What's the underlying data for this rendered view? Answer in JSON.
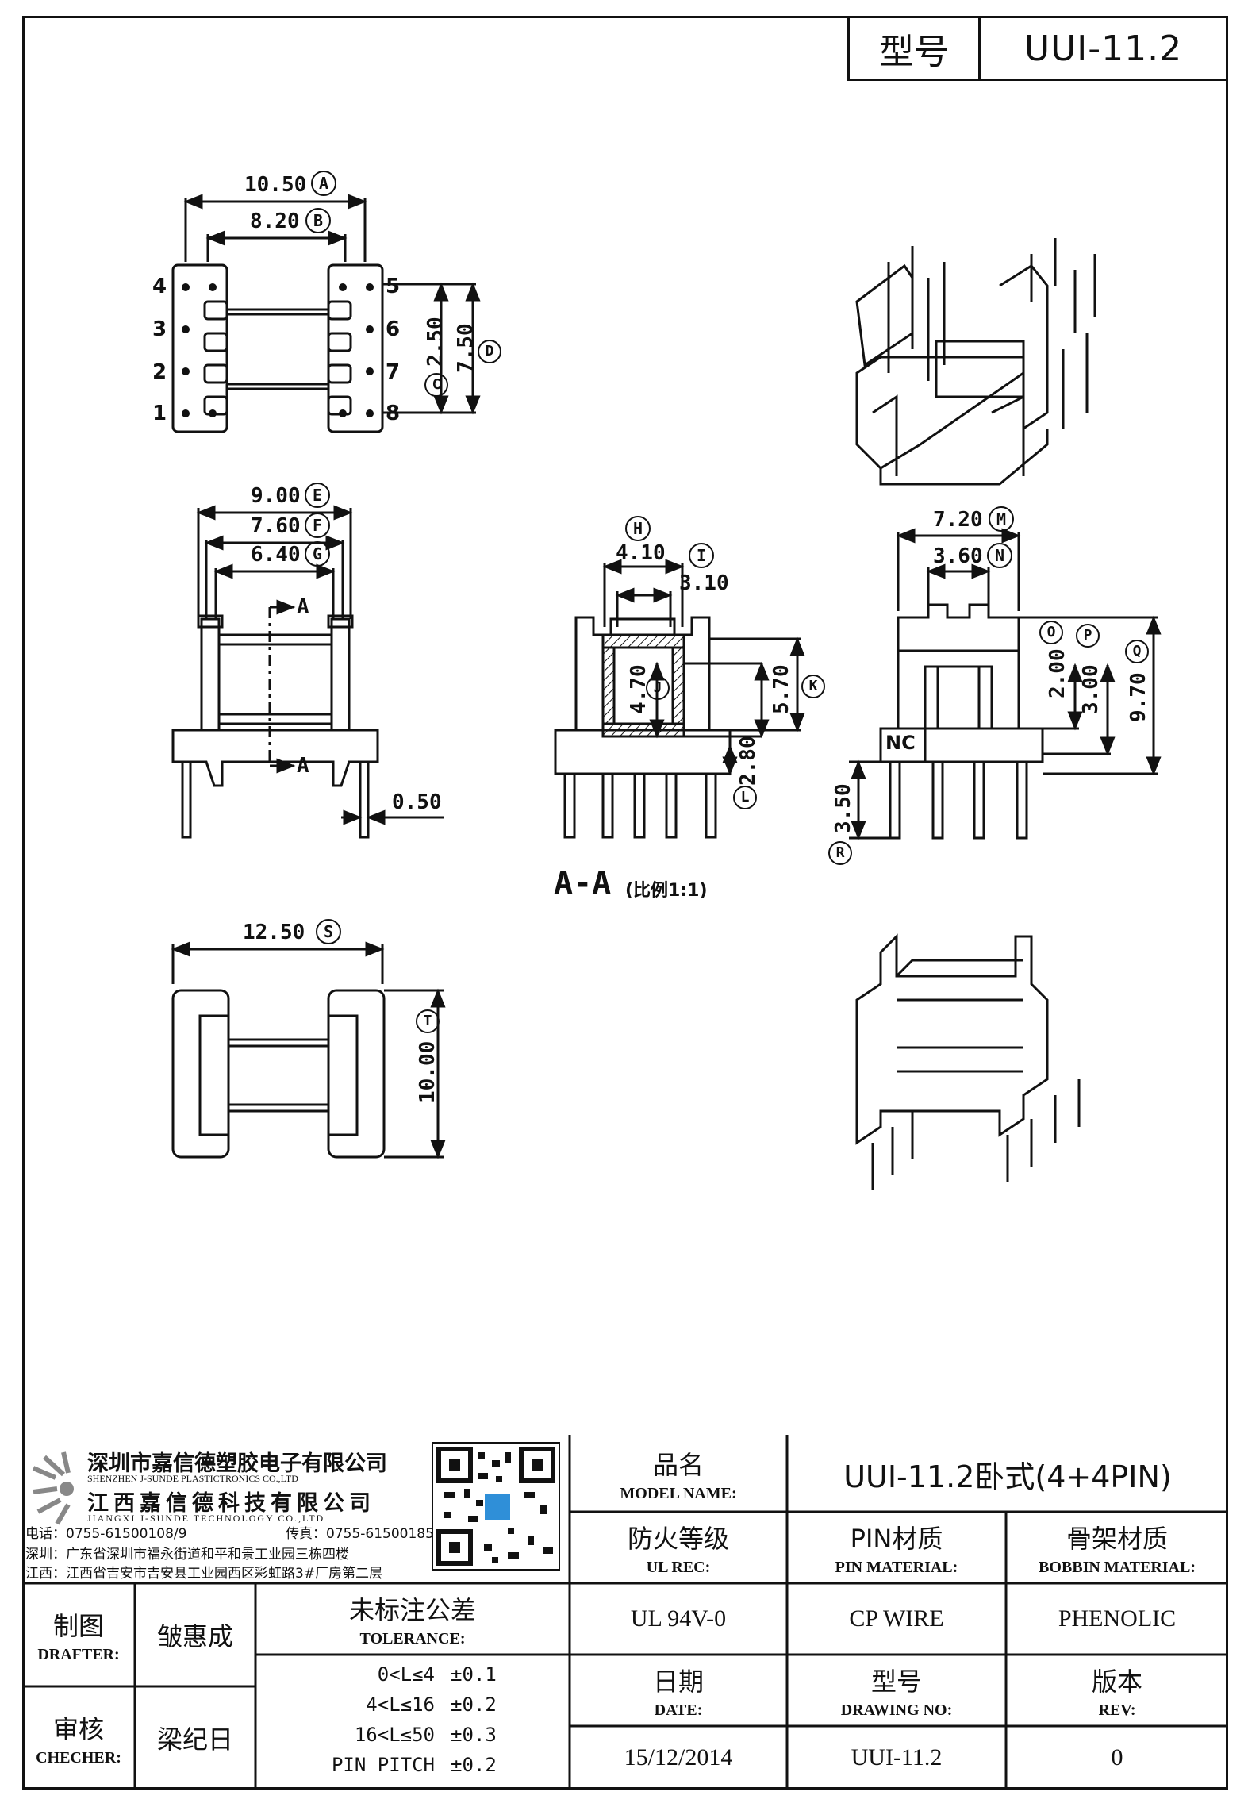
{
  "title_block": {
    "label": "型号",
    "value": "UUI-11.2"
  },
  "top_view": {
    "dims": [
      "10.50",
      "8.20",
      "2.50",
      "7.50"
    ],
    "circle_labels": [
      "A",
      "B",
      "C",
      "D"
    ],
    "pins_left": [
      "4",
      "3",
      "2",
      "1"
    ],
    "pins_right": [
      "5",
      "6",
      "7",
      "8"
    ]
  },
  "front_view": {
    "dims": [
      "9.00",
      "7.60",
      "6.40",
      "0.50"
    ],
    "circle_labels": [
      "E",
      "F",
      "G"
    ],
    "section_marks": [
      "A",
      "A"
    ]
  },
  "section_view": {
    "dims": [
      "4.10",
      "3.10",
      "4.70",
      "5.70",
      "2.80"
    ],
    "circle_labels": [
      "H",
      "I",
      "J",
      "K",
      "L"
    ],
    "title": "A-A",
    "scale_note": "(比例1:1)"
  },
  "side_view": {
    "dims": [
      "7.20",
      "3.60",
      "2.00",
      "3.00",
      "9.70",
      "3.50"
    ],
    "circle_labels": [
      "M",
      "N",
      "O",
      "P",
      "Q",
      "R"
    ],
    "nc_label": "NC"
  },
  "bottom_view": {
    "dims": [
      "12.50",
      "10.00"
    ],
    "circle_labels": [
      "S",
      "T"
    ]
  },
  "company": {
    "name_cn1": "深圳市嘉信德塑胶电子有限公司",
    "name_en1": "SHENZHEN J-SUNDE PLASTICTRONICS CO.,LTD",
    "name_cn2": "江西嘉信德科技有限公司",
    "name_en2": "JIANGXI J-SUNDE TECHNOLOGY CO.,LTD",
    "tel": "电话：0755-61500108/9",
    "fax": "传真：0755-61500185",
    "addr_sz": "深圳：广东省深圳市福永街道和平和景工业园三栋四楼",
    "addr_jx": "江西：江西省吉安市吉安县工业园西区彩虹路3#厂房第二层"
  },
  "info": {
    "model_name_cn": "品名",
    "model_name_en": "MODEL NAME:",
    "model_name_value": "UUI-11.2卧式(4+4PIN)",
    "ul_rec_cn": "防火等级",
    "ul_rec_en": "UL REC:",
    "ul_rec_value": "UL 94V-0",
    "pin_material_cn": "PIN材质",
    "pin_material_en": "PIN MATERIAL:",
    "pin_material_value": "CP WIRE",
    "bobbin_material_cn": "骨架材质",
    "bobbin_material_en": "BOBBIN MATERIAL:",
    "bobbin_material_value": "PHENOLIC",
    "date_cn": "日期",
    "date_en": "DATE:",
    "date_value": "15/12/2014",
    "drawing_no_cn": "型号",
    "drawing_no_en": "DRAWING NO:",
    "drawing_no_value": "UUI-11.2",
    "rev_cn": "版本",
    "rev_en": "REV:",
    "rev_value": "0"
  },
  "approval": {
    "drafter_cn": "制图",
    "drafter_en": "DRAFTER:",
    "drafter_name": "皱惠成",
    "checker_cn": "审核",
    "checker_en": "CHECHER:",
    "checker_name": "梁纪日"
  },
  "tolerance": {
    "title_cn": "未标注公差",
    "title_en": "TOLERANCE:",
    "rows": [
      {
        "range": "0<L≤4",
        "tol": "±0.1"
      },
      {
        "range": "4<L≤16",
        "tol": "±0.2"
      },
      {
        "range": "16<L≤50",
        "tol": "±0.3"
      },
      {
        "range": "PIN PITCH",
        "tol": "±0.2"
      }
    ]
  }
}
